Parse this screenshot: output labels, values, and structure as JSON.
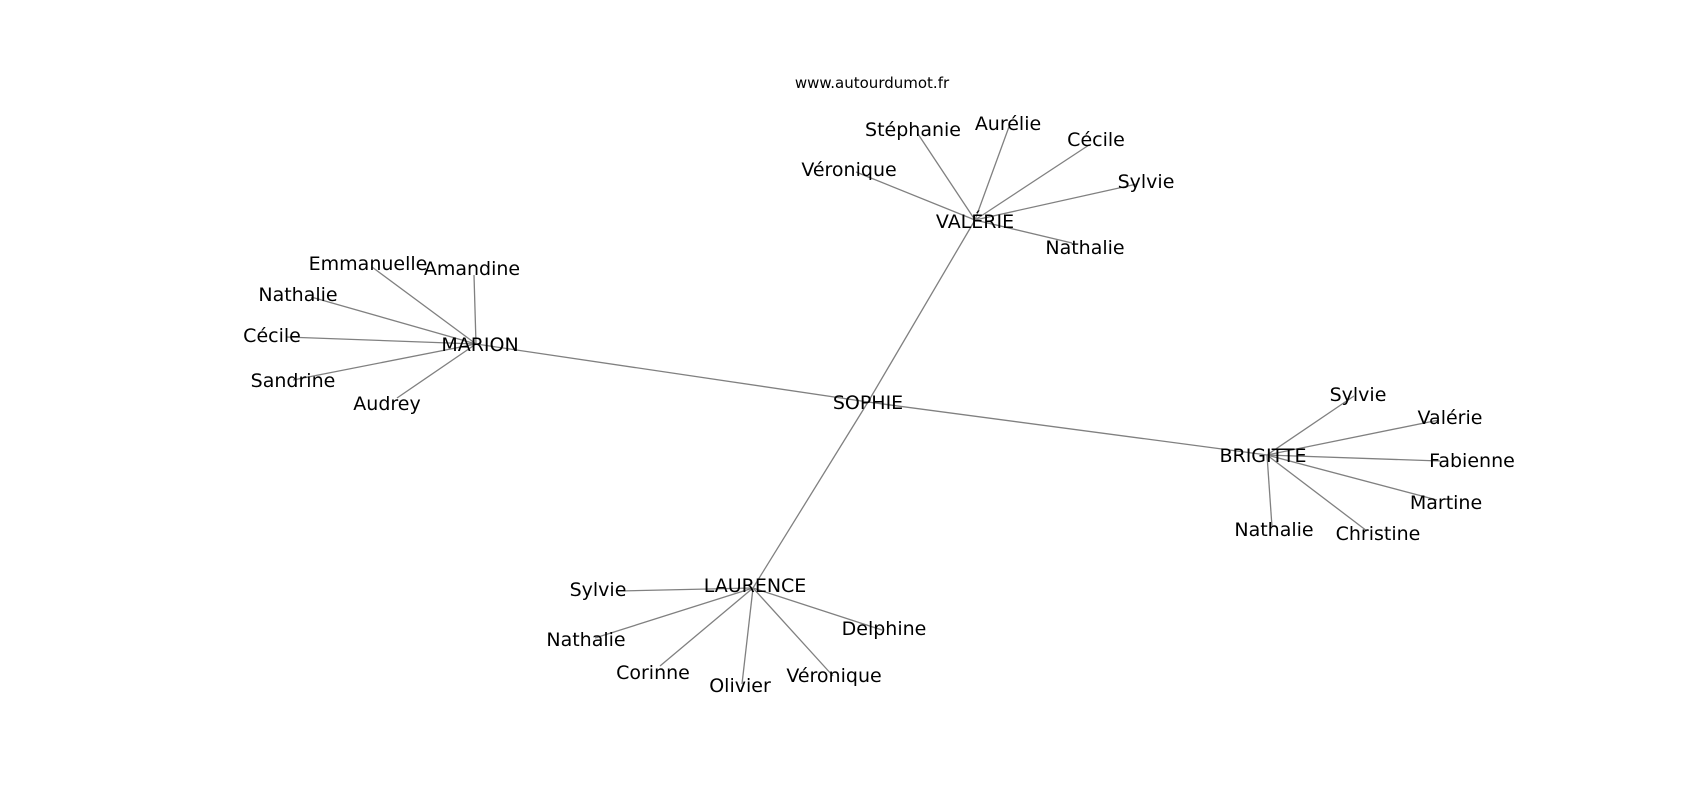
{
  "watermark": "www.autourdumot.fr",
  "colors": {
    "background": "#ffffff",
    "edge": "#808080",
    "text": "#000000"
  },
  "graph": {
    "center": "SOPHIE",
    "hubs": [
      {
        "id": "marion",
        "label": "MARION",
        "leaves": [
          "Emmanuelle",
          "Amandine",
          "Nathalie",
          "Cécile",
          "Sandrine",
          "Audrey"
        ]
      },
      {
        "id": "valerie",
        "label": "VALÉRIE",
        "leaves": [
          "Stéphanie",
          "Aurélie",
          "Cécile",
          "Véronique",
          "Sylvie",
          "Nathalie"
        ]
      },
      {
        "id": "brigitte",
        "label": "BRIGITTE",
        "leaves": [
          "Sylvie",
          "Valérie",
          "Fabienne",
          "Martine",
          "Christine",
          "Nathalie"
        ]
      },
      {
        "id": "laurence",
        "label": "LAURENCE",
        "leaves": [
          "Sylvie",
          "Nathalie",
          "Corinne",
          "Olivier",
          "Véronique",
          "Delphine"
        ]
      }
    ]
  }
}
